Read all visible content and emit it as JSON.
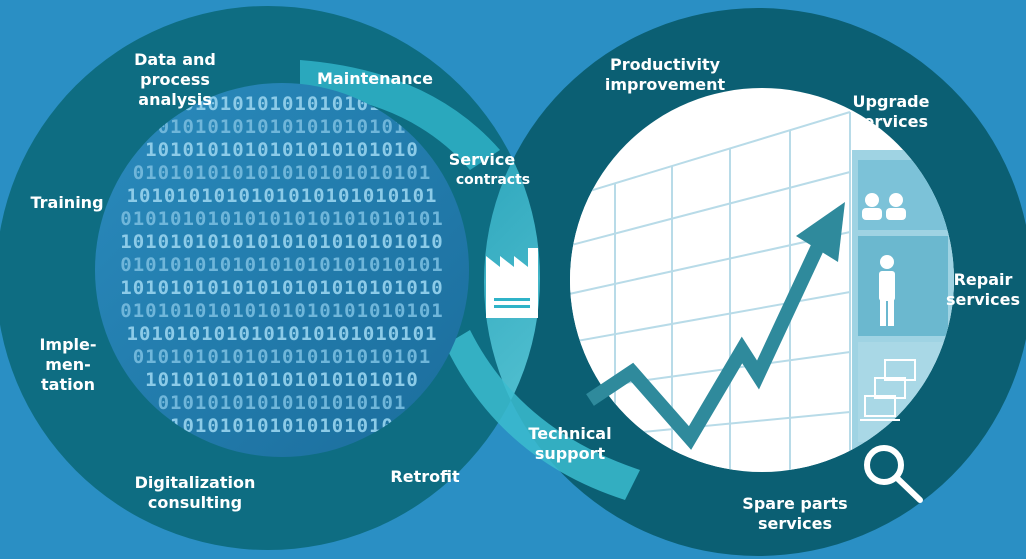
{
  "colors": {
    "background": "#2a8fc4",
    "left_ring": "#0e6d82",
    "right_ring": "#0b5f73",
    "binary_fill": "#1f74a5",
    "accent_band": "#2fb3c8",
    "chart_panel": "#ffffff",
    "grid_line": "#b8dbe8",
    "arrow": "#2f8a9c",
    "label_text": "#ffffff"
  },
  "left_cycle": {
    "labels": {
      "data_process": "Data and\nprocess\nanalysis",
      "maintenance": "Maintenance",
      "service_contracts_1": "Service",
      "service_contracts_2": "contracts",
      "training": "Training",
      "implementation": "Imple-\nmen-\ntation",
      "digitalization": "Digitalization\nconsulting",
      "retrofit": "Retrofit"
    },
    "binary_rows": [
      "101010101010101010",
      "01010101010101010101",
      "1010101010101010101010",
      "010101010101010101010101",
      "1010101010101010101010101",
      "01010101010101010101010101",
      "10101010101010101010101010",
      "01010101010101010101010101",
      "10101010101010101010101010",
      "01010101010101010101010101",
      "1010101010101010101010101",
      "010101010101010101010101",
      "1010101010101010101010",
      "01010101010101010101",
      "101010101010101010"
    ],
    "factory_icon": "factory-icon"
  },
  "right_cycle": {
    "labels": {
      "productivity": "Productivity\nimprovement",
      "upgrade": "Upgrade\nservices",
      "repair": "Repair\nservices",
      "technical_support": "Technical\nsupport",
      "spare_parts": "Spare parts\nservices"
    },
    "icons": [
      "people-icon",
      "person-icon",
      "laptops-icon",
      "magnifier-icon"
    ]
  }
}
